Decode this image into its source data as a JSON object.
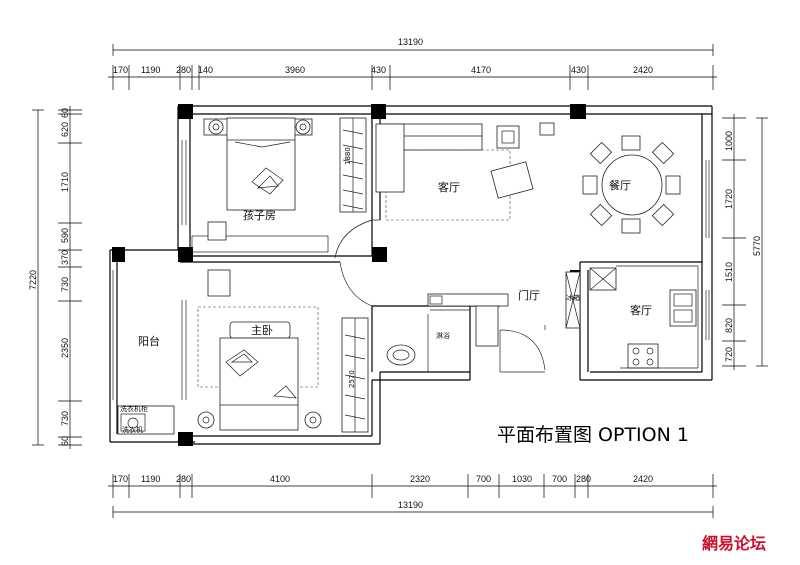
{
  "title": "平面布置图 OPTION 1",
  "watermark": "網易论坛",
  "rooms": {
    "child_room": "孩子房",
    "living_room": "客厅",
    "dining_room": "餐厅",
    "foyer": "门厅",
    "master_bedroom": "主卧",
    "balcony": "阳台",
    "shower": "淋浴",
    "kitchen_guest": "客厅",
    "laundry_cabinet": "洗衣机柜",
    "washer": "洗衣机",
    "fridge": "冰箱"
  },
  "dimensions": {
    "top_total": "13190",
    "top_segments": [
      "170",
      "1190",
      "280",
      "140",
      "3960",
      "430",
      "4170",
      "430",
      "2420"
    ],
    "bottom_total": "13190",
    "bottom_segments": [
      "170",
      "1190",
      "280",
      "4100",
      "2320",
      "700",
      "1030",
      "700",
      "280",
      "2420"
    ],
    "left_total": "7220",
    "left_segments": [
      "60",
      "620",
      "1710",
      "590",
      "370",
      "730",
      "2350",
      "730",
      "60"
    ],
    "right_total": "5770",
    "right_segments": [
      "1000",
      "1720",
      "1510",
      "820",
      "720"
    ],
    "wardrobe_top": "1880",
    "wardrobe_bottom": "2570"
  },
  "colors": {
    "ink": "#000000",
    "watermark": "#c8102e"
  }
}
